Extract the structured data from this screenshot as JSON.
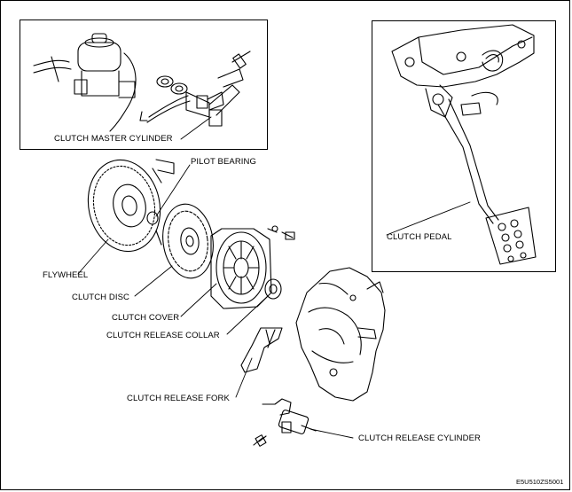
{
  "labels": {
    "master_cylinder": "CLUTCH MASTER CYLINDER",
    "pilot_bearing": "PILOT BEARING",
    "clutch_pedal": "CLUTCH PEDAL",
    "flywheel": "FLYWHEEL",
    "clutch_disc": "CLUTCH DISC",
    "clutch_cover": "CLUTCH COVER",
    "release_collar": "CLUTCH RELEASE COLLAR",
    "release_fork": "CLUTCH RELEASE FORK",
    "release_cylinder": "CLUTCH RELEASE CYLINDER"
  },
  "figure_code": "E5U510ZS5001"
}
